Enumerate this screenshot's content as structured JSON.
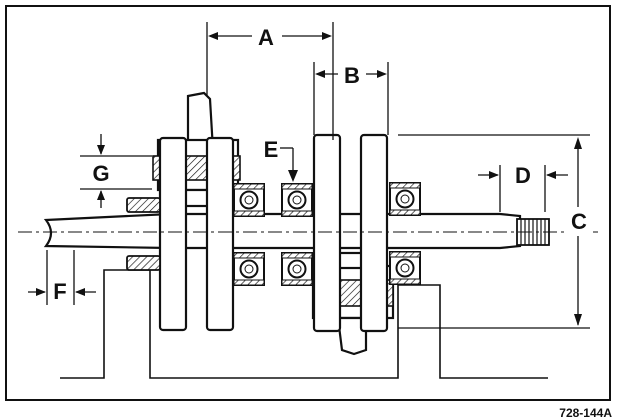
{
  "figure": {
    "labels": {
      "A": "A",
      "B": "B",
      "C": "C",
      "D": "D",
      "E": "E",
      "F": "F",
      "G": "G"
    },
    "reference_code": "728-144A"
  }
}
